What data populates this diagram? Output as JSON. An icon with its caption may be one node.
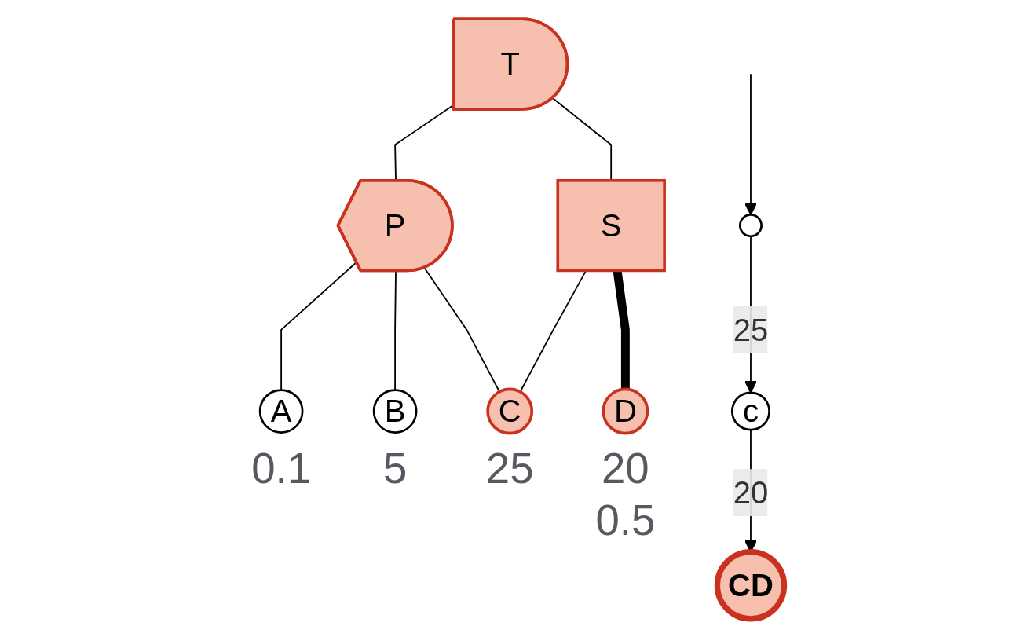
{
  "diagram": {
    "nodes": [
      {
        "text": [
          "T"
        ]
      },
      {
        "text": [
          "P"
        ]
      },
      {
        "text": [
          "S"
        ]
      },
      {
        "text": [
          "A"
        ],
        "beside": [
          "0.1"
        ]
      },
      {
        "text": [
          "B"
        ],
        "beside": [
          "5"
        ]
      },
      {
        "text": [
          "C"
        ],
        "beside": [
          "25"
        ]
      },
      {
        "text": [
          "D"
        ],
        "beside": [
          "20",
          "0.5"
        ]
      },
      {
        "text": [],
        "shape": "circle"
      },
      {
        "text": [
          "c"
        ]
      },
      {
        "text": [
          "CD"
        ]
      }
    ],
    "edges": [
      {
        "from": 0,
        "to": 1,
        "arrow": "none"
      },
      {
        "from": 0,
        "to": 2,
        "arrow": "none"
      },
      {
        "from": 1,
        "to": 3,
        "arrow": "none"
      },
      {
        "from": 1,
        "to": 4,
        "arrow": "none"
      },
      {
        "from": 1,
        "to": 5,
        "arrow": "none"
      },
      {
        "from": 2,
        "to": 5,
        "arrow": "none"
      },
      {
        "from": 2,
        "to": 6,
        "arrow": "none",
        "style": "thick"
      },
      {
        "from": null,
        "to": 7,
        "arrow": "to"
      },
      {
        "from": 7,
        "to": 8,
        "arrow": "to",
        "label": "25"
      },
      {
        "from": 8,
        "to": 9,
        "arrow": "to",
        "label": "20"
      }
    ]
  }
}
